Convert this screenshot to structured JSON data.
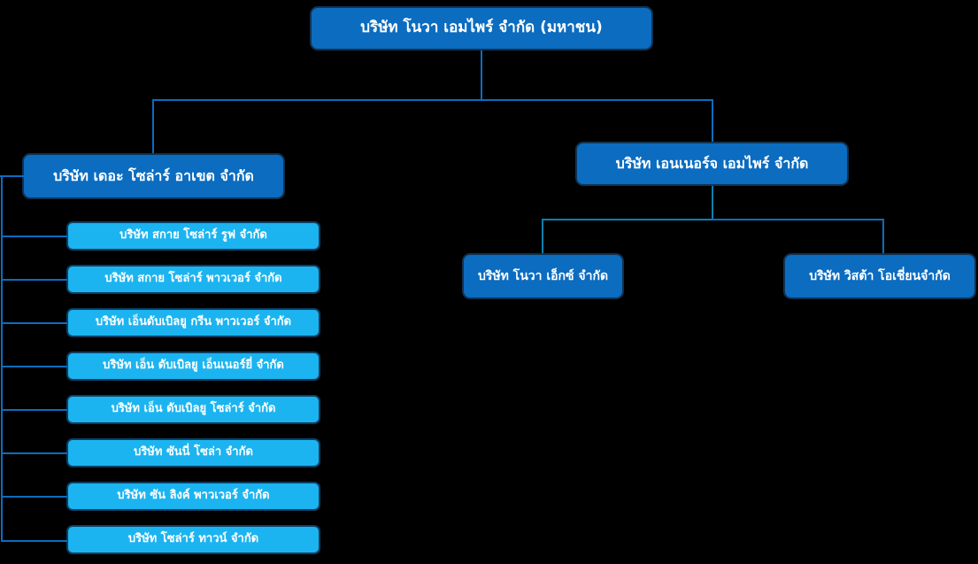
{
  "chart_title": "",
  "colors": {
    "background": "#000000",
    "node_primary": "#0b6cc0",
    "node_secondary": "#1cb4f0",
    "connector": "#0d6cbf",
    "connector_alt": "#0e7fae",
    "node_border": "#123a5e",
    "text": "#ffffff"
  },
  "org": {
    "root": {
      "label": "บริษัท  โนวา เอมไพร์ จำกัด (มหาชน)"
    },
    "branches": [
      {
        "label": "บริษัท เดอะ โซล่าร์ อาเขต จำกัด",
        "children": [
          {
            "label": "บริษัท สกาย โซล่าร์ รูฟ จำกัด"
          },
          {
            "label": "บริษัท สกาย โซล่าร์ พาวเวอร์ จำกัด"
          },
          {
            "label": "บริษัท เอ็นดับเบิลยู กรีน พาวเวอร์ จำกัด"
          },
          {
            "label": "บริษัท เอ็น ดับเบิลยู เอ็นเนอร์ยี่ จำกัด"
          },
          {
            "label": "บริษัท เอ็น ดับเบิลยู โซล่าร์ จำกัด"
          },
          {
            "label": "บริษัท ซันนี่ โซล่า จำกัด"
          },
          {
            "label": "บริษัท ซัน ลิงค์ พาวเวอร์ จำกัด"
          },
          {
            "label": "บริษัท โซล่าร์ ทาวน์ จำกัด"
          }
        ]
      },
      {
        "label": "บริษัท เอนเนอร์จ เอมไพร์ จำกัด",
        "children": [
          {
            "label": "บริษัท โนวา เอ็กซ์ จำกัด"
          },
          {
            "label": "บริษัท วิสต้า โอเชี่ยนจำกัด"
          }
        ]
      }
    ]
  }
}
